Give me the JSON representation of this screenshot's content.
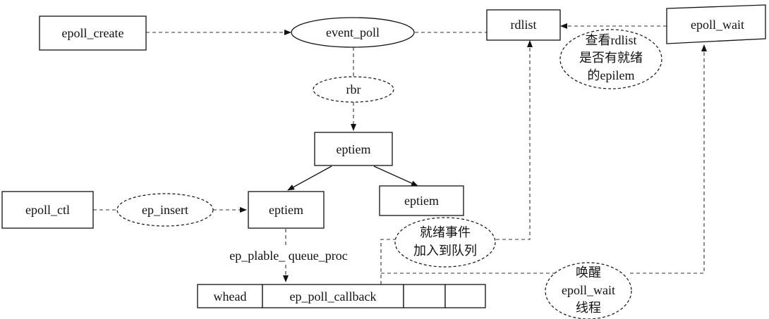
{
  "nodes": {
    "epoll_create": "epoll_create",
    "event_poll": "event_poll",
    "rdlist": "rdlist",
    "epoll_wait": "epoll_wait",
    "rbr": "rbr",
    "eptiem_root": "eptiem",
    "eptiem_left": "eptiem",
    "eptiem_right": "eptiem",
    "epoll_ctl": "epoll_ctl",
    "ep_insert": "ep_insert",
    "queue_proc": "ep_plable_ queue_proc",
    "whead": "whead",
    "ep_poll_callback": "ep_poll_callback"
  },
  "notes": {
    "check_rdlist": [
      "查看rdlist",
      "是否有就绪",
      "的epilem"
    ],
    "ready_event": [
      "就绪事件",
      "加入到队列"
    ],
    "wake_up": [
      "唤醒",
      "epoll_wait",
      "线程"
    ]
  }
}
